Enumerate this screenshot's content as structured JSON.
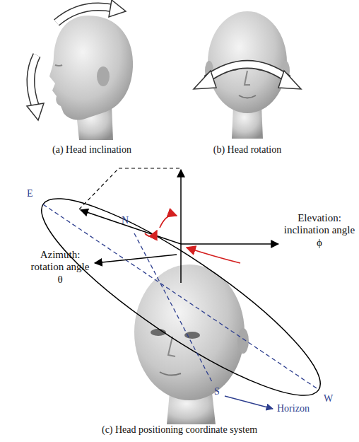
{
  "diagram": {
    "labels": [
      "(a) Head inclination",
      "(b) Head rotation",
      "E",
      "N",
      "Elevation: inclination angle ϕ",
      "Azimuth: rotation angle θ",
      "S",
      "W",
      "Horizon",
      "(c) Head positioning coordinate system"
    ]
  }
}
